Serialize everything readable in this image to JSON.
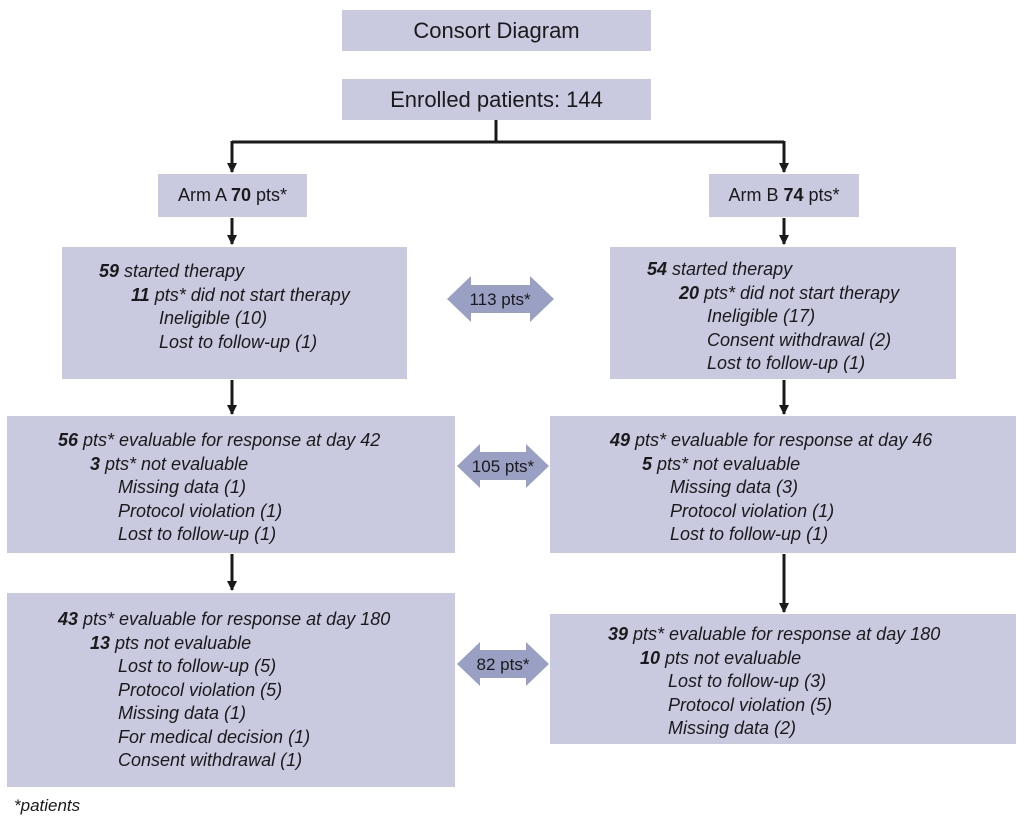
{
  "title": "Consort Diagram",
  "enrolled": "Enrolled patients: 144",
  "arm_a": {
    "prefix": "Arm A ",
    "count": "70",
    "suffix": " pts*"
  },
  "arm_b": {
    "prefix": "Arm B ",
    "count": "74",
    "suffix": " pts*"
  },
  "a_start": [
    {
      "num": "59",
      "text": " started therapy",
      "indent": 0
    },
    {
      "num": "11",
      "text": " pts* did not start therapy",
      "indent": 1
    },
    {
      "num": "",
      "text": "Ineligible (10)",
      "indent": 2
    },
    {
      "num": "",
      "text": "Lost to follow-up (1)",
      "indent": 2
    }
  ],
  "b_start": [
    {
      "num": "54",
      "text": " started therapy",
      "indent": 0
    },
    {
      "num": "20",
      "text": " pts* did not start therapy",
      "indent": 1
    },
    {
      "num": "",
      "text": "Ineligible (17)",
      "indent": 2
    },
    {
      "num": "",
      "text": "Consent withdrawal (2)",
      "indent": 2
    },
    {
      "num": "",
      "text": "Lost to follow-up (1)",
      "indent": 2
    }
  ],
  "a_day42": [
    {
      "num": "56",
      "text": " pts* evaluable for response at day 42",
      "indent": 0
    },
    {
      "num": "3",
      "text": " pts* not evaluable",
      "indent": 1
    },
    {
      "num": "",
      "text": "Missing data (1)",
      "indent": 2
    },
    {
      "num": "",
      "text": "Protocol violation (1)",
      "indent": 2
    },
    {
      "num": "",
      "text": "Lost to follow-up (1)",
      "indent": 2
    }
  ],
  "b_day46": [
    {
      "num": "49",
      "text": " pts* evaluable for response at day 46",
      "indent": 0
    },
    {
      "num": "5",
      "text": " pts* not evaluable",
      "indent": 1
    },
    {
      "num": "",
      "text": "Missing data (3)",
      "indent": 2
    },
    {
      "num": "",
      "text": "Protocol violation (1)",
      "indent": 2
    },
    {
      "num": "",
      "text": "Lost to follow-up (1)",
      "indent": 2
    }
  ],
  "a_day180": [
    {
      "num": "43",
      "text": " pts* evaluable for response at day 180",
      "indent": 0
    },
    {
      "num": "13",
      "text": " pts not evaluable",
      "indent": 1
    },
    {
      "num": "",
      "text": "Lost to follow-up (5)",
      "indent": 2
    },
    {
      "num": "",
      "text": "Protocol violation (5)",
      "indent": 2
    },
    {
      "num": "",
      "text": "Missing data (1)",
      "indent": 2
    },
    {
      "num": "",
      "text": "For medical decision (1)",
      "indent": 2
    },
    {
      "num": "",
      "text": "Consent withdrawal (1)",
      "indent": 2
    }
  ],
  "b_day180": [
    {
      "num": "39",
      "text": " pts* evaluable for response at day 180",
      "indent": 0
    },
    {
      "num": "10",
      "text": " pts not evaluable",
      "indent": 1
    },
    {
      "num": "",
      "text": "Lost to follow-up (3)",
      "indent": 2
    },
    {
      "num": "",
      "text": "Protocol violation (5)",
      "indent": 2
    },
    {
      "num": "",
      "text": "Missing data (2)",
      "indent": 2
    }
  ],
  "totals": {
    "start": "113 pts*",
    "day42": "105 pts*",
    "day180": "82 pts*"
  },
  "footnote": "*patients",
  "colors": {
    "box": "#c9c9e0",
    "double_arrow": "#9aa0c4",
    "arrow": "#1a1a1a"
  }
}
